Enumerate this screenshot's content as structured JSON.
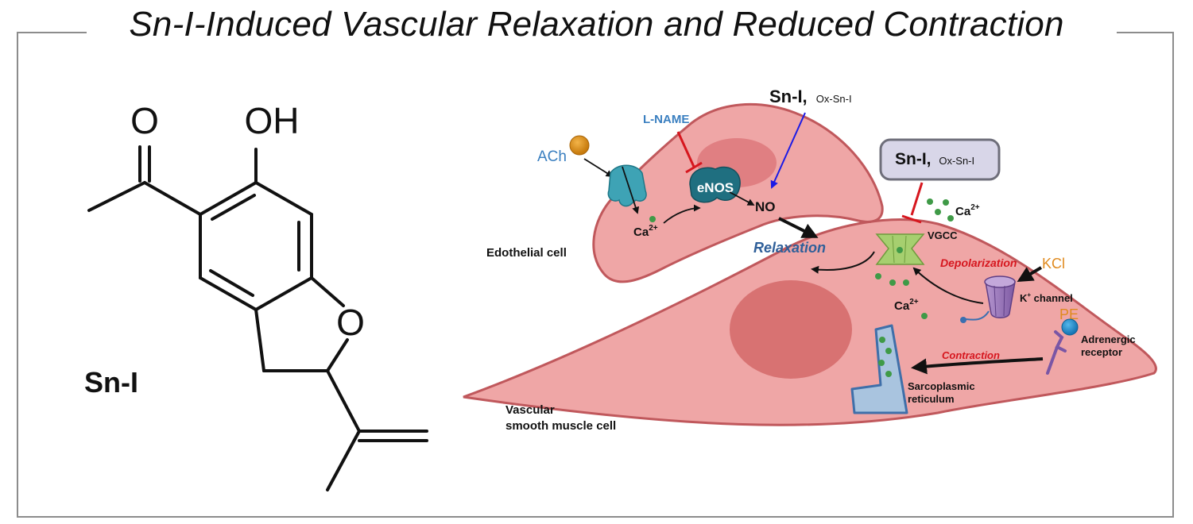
{
  "title": "Sn-I-Induced Vascular Relaxation and Reduced Contraction",
  "molecule": {
    "name": "Sn-I",
    "atoms": {
      "carbonyl_oxygen": "O",
      "hydroxyl": "OH",
      "ring_oxygen": "O"
    }
  },
  "diagram": {
    "labels": {
      "sn_top_main": "Sn-I,",
      "sn_top_sub": "Ox-Sn-I",
      "sn_box_main": "Sn-I,",
      "sn_box_sub": "Ox-Sn-I",
      "l_name": "L-NAME",
      "ach": "ACh",
      "enos": "eNOS",
      "no": "NO",
      "ca_endo": "Ca",
      "ca_free": "Ca",
      "ca_muscle": "Ca",
      "ca_charge": "2+",
      "vgcc": "VGCC",
      "relaxation": "Relaxation",
      "depolarization": "Depolarization",
      "kcl": "KCl",
      "k_channel_k": "K",
      "k_channel_plus": "+",
      "k_channel_rest": " channel",
      "pe": "PE",
      "adrenergic_1": "Adrenergic",
      "adrenergic_2": "receptor",
      "contraction": "Contraction",
      "sr_1": "Sarcoplasmic",
      "sr_2": "reticulum",
      "endothelial_cell": "Edothelial cell",
      "vsmc_1": "Vascular",
      "vsmc_2": "smooth muscle cell"
    },
    "colors": {
      "cell_fill": "#efa6a6",
      "cell_stroke": "#c0585c",
      "nucleus": "#d87272",
      "enos": "#1f6f80",
      "vgcc": "#a6cf6f",
      "k_channel": "#9a73b8",
      "sr": "#a9c4df",
      "ca_dot": "#3f9a47",
      "blue_label": "#3a7fc0",
      "orange_label": "#e08a1e",
      "red_label": "#d6161e",
      "relax_label": "#2f5f99"
    }
  }
}
